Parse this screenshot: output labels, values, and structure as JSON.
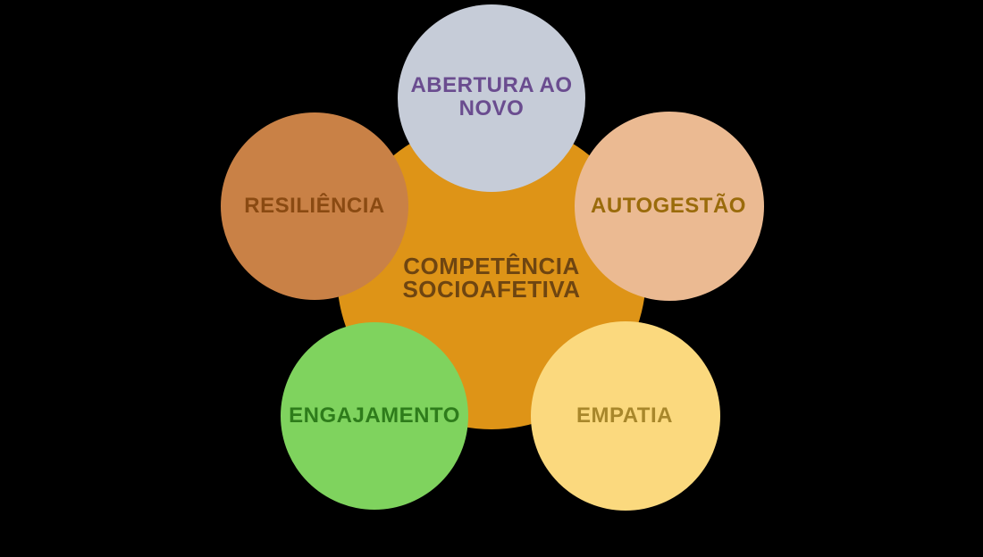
{
  "diagram": {
    "background_color": "#000000",
    "center": {
      "id": "competencia-socioafetiva",
      "label_line1": "COMPETÊNCIA",
      "label_line2": "SOCIOAFETIVA",
      "fill": "#DE9417",
      "text_color": "#6E4511"
    },
    "nodes": [
      {
        "id": "abertura-ao-novo",
        "label_line1": "ABERTURA AO",
        "label_line2": "NOVO",
        "fill": "#C6CCD8",
        "text_color": "#6A4C8F"
      },
      {
        "id": "resiliencia",
        "label": "RESILIÊNCIA",
        "fill": "#C98146",
        "text_color": "#8A4A12"
      },
      {
        "id": "autogestao",
        "label": "AUTOGESTÃO",
        "fill": "#EBBA92",
        "text_color": "#9A6B0B"
      },
      {
        "id": "engajamento",
        "label": "ENGAJAMENTO",
        "fill": "#7FD35E",
        "text_color": "#2E7C1B"
      },
      {
        "id": "empatia",
        "label": "EMPATIA",
        "fill": "#FBD97E",
        "text_color": "#A8872B"
      }
    ]
  }
}
